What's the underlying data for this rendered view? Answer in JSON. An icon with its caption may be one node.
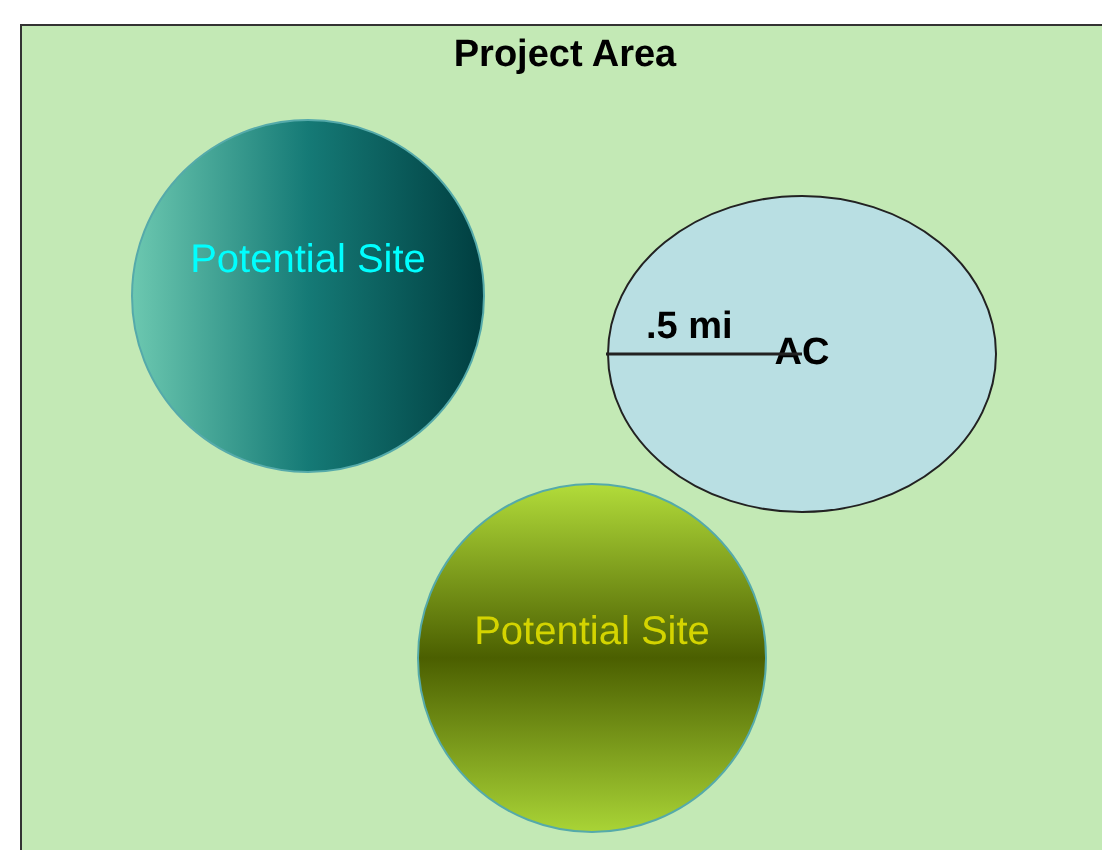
{
  "diagram": {
    "nodes": [
      {
        "text": [
          "Project Area"
        ]
      },
      {
        "text": [
          "Potential Site"
        ],
        "in": 0
      },
      {
        "text": [
          "AC"
        ],
        "in": 0
      },
      {
        "text": [
          "Potential Site"
        ],
        "in": 0
      }
    ],
    "labels": [
      ".5 mi"
    ]
  }
}
